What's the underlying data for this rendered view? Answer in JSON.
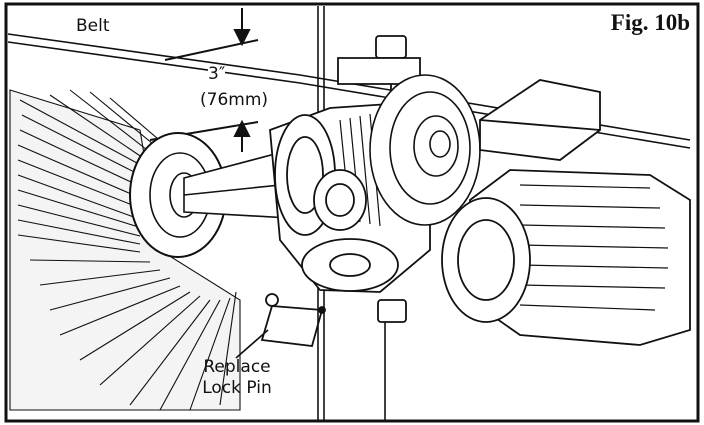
{
  "figure": {
    "title": "Fig. 10b",
    "labels": {
      "belt": "Belt",
      "dim_in": "3″",
      "dim_mm": "(76mm)",
      "pin_line1": "Replace",
      "pin_line2": "Lock Pin"
    }
  }
}
